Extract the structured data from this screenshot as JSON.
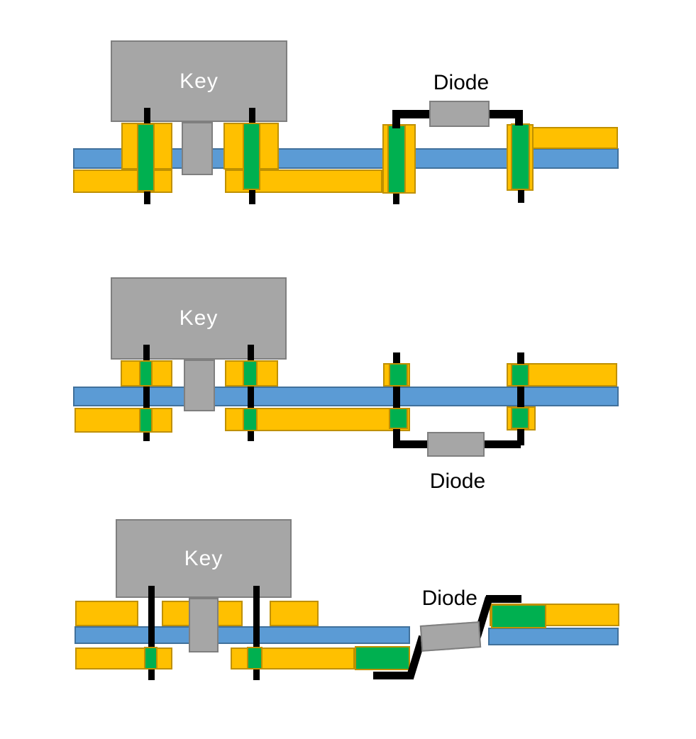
{
  "palette": {
    "copper_fill": "#FFC000",
    "copper_border": "#BF9000",
    "solder_fill": "#00B050",
    "solder_border": "#BF9000",
    "pcb_fill": "#5B9BD5",
    "pcb_border": "#41719C",
    "plastic_fill": "#A6A6A6",
    "plastic_border": "#7F7F7F",
    "lead_color": "#000000",
    "key_text_color": "#FFFFFF",
    "label_text_color": "#000000"
  },
  "diagrams": [
    {
      "name": "through-hole-diode-on-top",
      "key_label": "Key",
      "diode_label": "Diode"
    },
    {
      "name": "through-hole-diode-on-bottom",
      "key_label": "Key",
      "diode_label": "Diode"
    },
    {
      "name": "angled-diode-between-boards",
      "key_label": "Key",
      "diode_label": "Diode"
    }
  ]
}
